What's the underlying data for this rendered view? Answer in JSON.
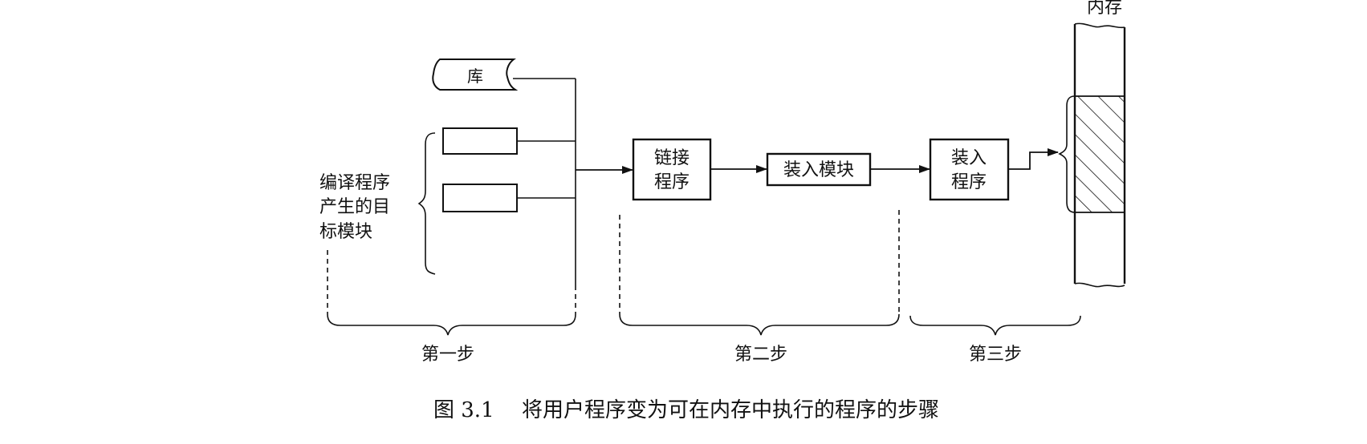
{
  "memory": {
    "label": "内存"
  },
  "nodes": {
    "library": "库",
    "linker_line1": "链接",
    "linker_line2": "程序",
    "load_module": "装入模块",
    "loader_line1": "装入",
    "loader_line2": "程序"
  },
  "object_modules": {
    "label_line1": "编译程序",
    "label_line2": "产生的目",
    "label_line3": "标模块"
  },
  "steps": {
    "step1": "第一步",
    "step2": "第二步",
    "step3": "第三步"
  },
  "caption": {
    "number": "图 3.1",
    "text": "将用户程序变为可在内存中执行的程序的步骤"
  },
  "colors": {
    "ink": "#111111",
    "background": "#ffffff"
  }
}
